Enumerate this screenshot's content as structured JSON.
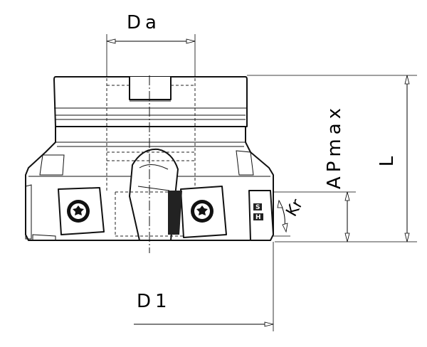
{
  "labels": {
    "da": "Da",
    "d1": "D1",
    "l": "L",
    "apmax": "APmax",
    "kr": "Kr"
  },
  "icons": {
    "screw": "torx-screw-icon"
  },
  "colors": {
    "line": "#111111",
    "background": "#ffffff"
  }
}
